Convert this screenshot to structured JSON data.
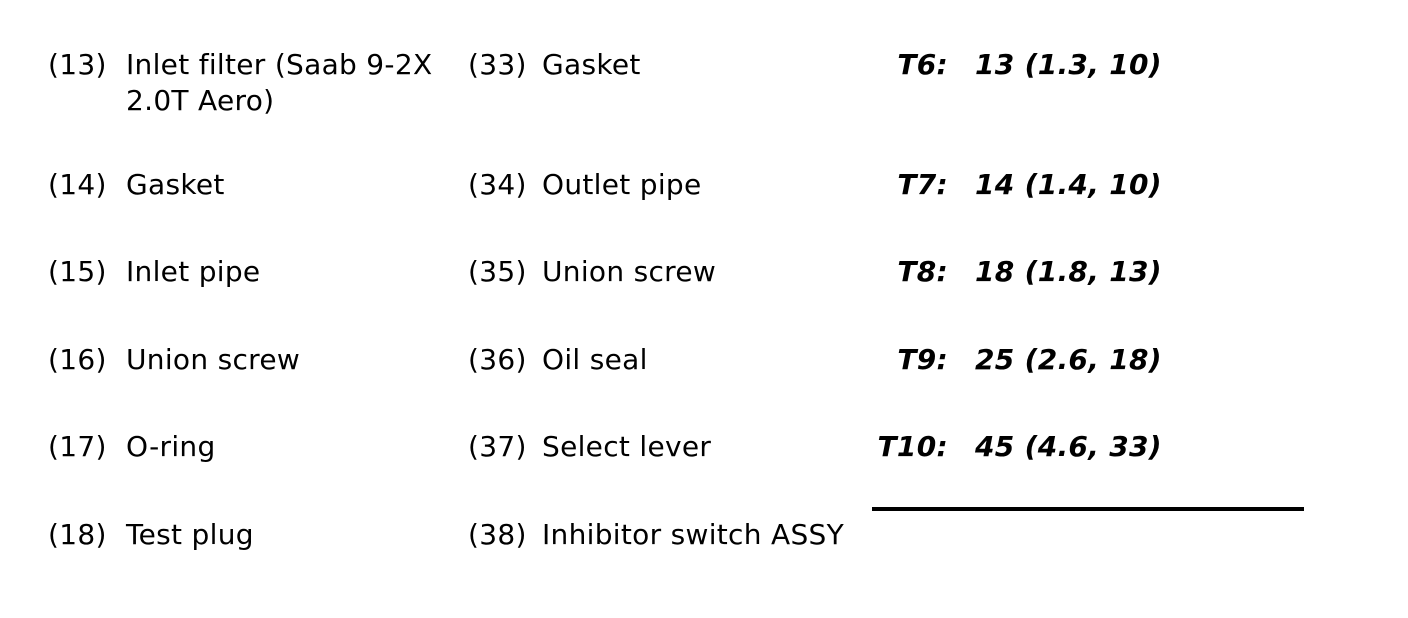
{
  "page": {
    "background_color": "#ffffff",
    "text_color": "#000000"
  },
  "parts_left": [
    {
      "num": "(13)",
      "label": "Inlet filter (Saab 9-2X 2.0T Aero)"
    },
    {
      "num": "(14)",
      "label": "Gasket"
    },
    {
      "num": "(15)",
      "label": "Inlet pipe"
    },
    {
      "num": "(16)",
      "label": "Union screw"
    },
    {
      "num": "(17)",
      "label": "O-ring"
    },
    {
      "num": "(18)",
      "label": "Test plug"
    }
  ],
  "parts_middle": [
    {
      "num": "(33)",
      "label": "Gasket"
    },
    {
      "num": "(34)",
      "label": "Outlet pipe"
    },
    {
      "num": "(35)",
      "label": "Union screw"
    },
    {
      "num": "(36)",
      "label": "Oil seal"
    },
    {
      "num": "(37)",
      "label": "Select lever"
    },
    {
      "num": "(38)",
      "label": "Inhibitor switch ASSY"
    }
  ],
  "torque_specs": [
    {
      "label": "T6:",
      "value": "13 (1.3, 10)"
    },
    {
      "label": "T7:",
      "value": "14 (1.4, 10)"
    },
    {
      "label": "T8:",
      "value": "18 (1.8, 13)"
    },
    {
      "label": "T9:",
      "value": "25 (2.6, 18)"
    },
    {
      "label": "T10:",
      "value": "45 (4.6, 33)"
    }
  ]
}
